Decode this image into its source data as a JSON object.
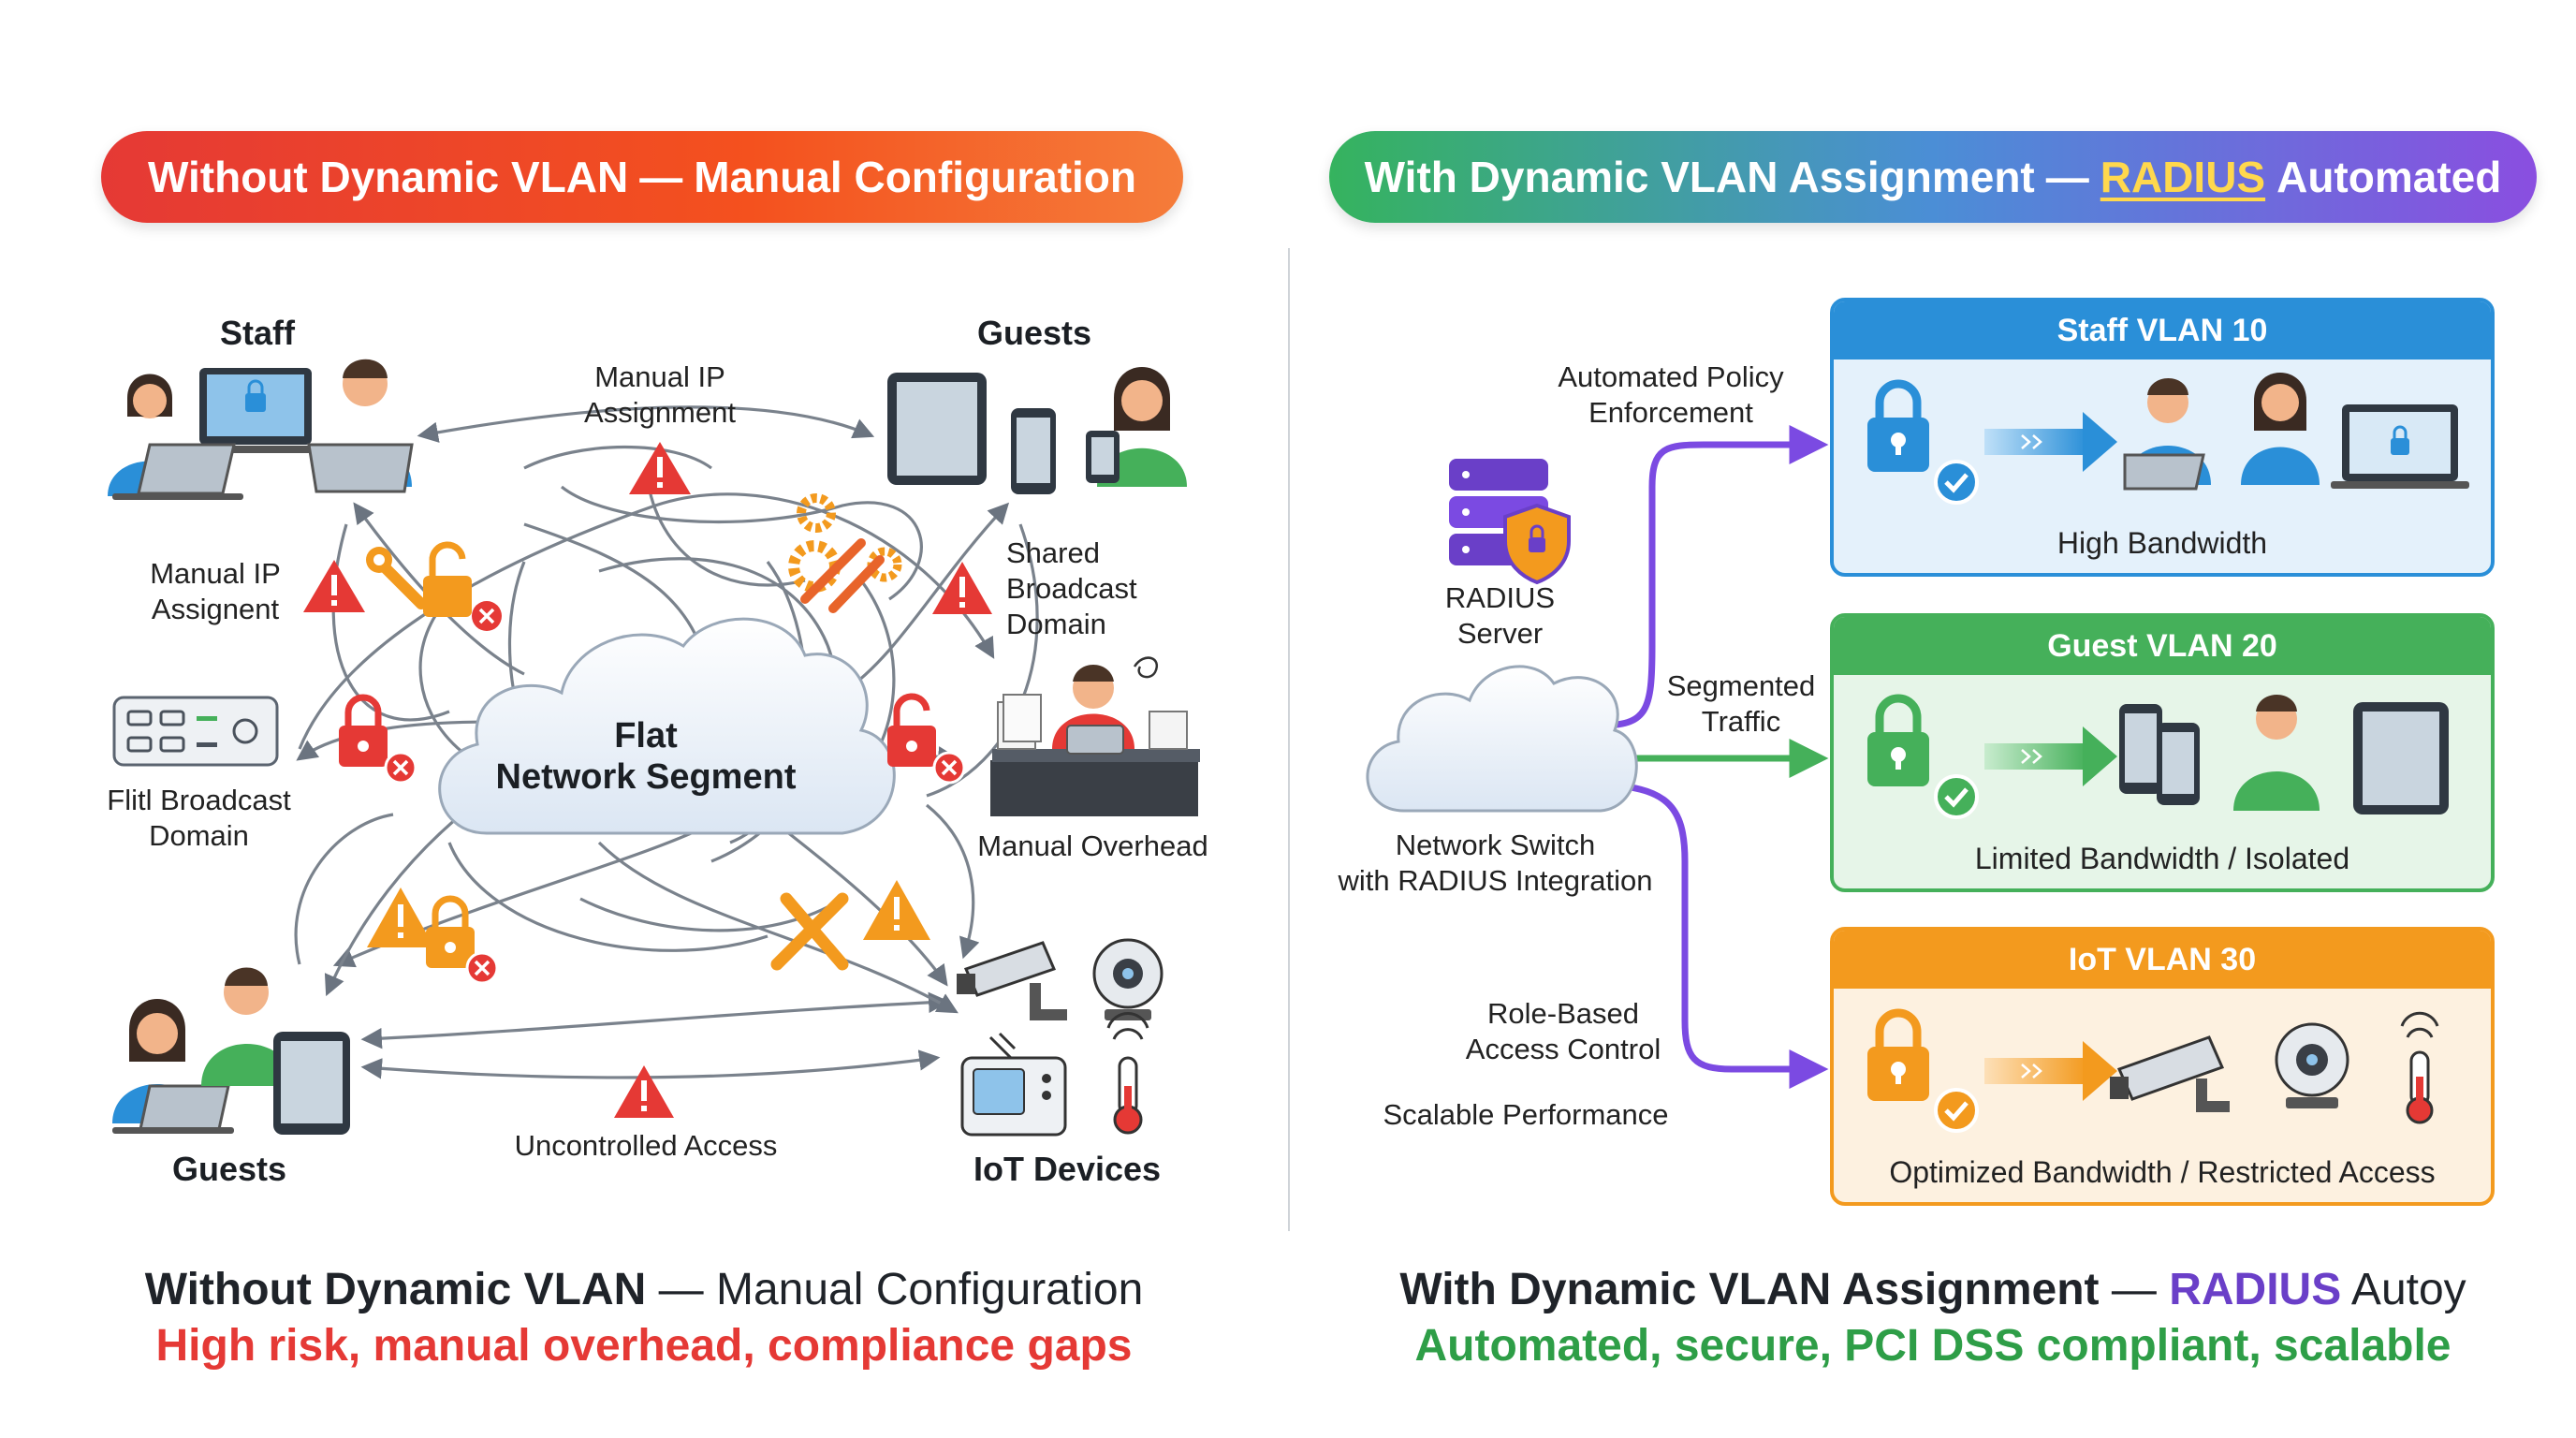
{
  "left": {
    "header_prefix": "Without Dynamic VLAN",
    "header_dash": "—",
    "header_suffix": "Manual Configuration",
    "cloud_line1": "Flat",
    "cloud_line2": "Network Segment",
    "staff": "Staff",
    "guests_top": "Guests",
    "guests_bottom": "Guests",
    "iot": "IoT Devices",
    "manual_ip_top_1": "Manual IP",
    "manual_ip_top_2": "Assignment",
    "manual_ip_left_1": "Manual IP",
    "manual_ip_left_2": "Assignent",
    "shared_1": "Shared",
    "shared_2": "Broadcast",
    "shared_3": "Domain",
    "flat_bcast_1": "Flitl Broadcast",
    "flat_bcast_2": "Domain",
    "manual_overhead": "Manual Overhead",
    "uncontrolled": "Uncontrolled Access",
    "bottom_bold": "Without Dynamic VLAN",
    "bottom_dash": "—",
    "bottom_rest": "Manual Configuration",
    "bottom_sub": "High risk, manual overhead, compliance gaps"
  },
  "right": {
    "header_prefix": "With Dynamic VLAN Assignment",
    "header_dash": "—",
    "header_highlight": "RADIUS",
    "header_suffix": "Automated",
    "radius_1": "RADIUS",
    "radius_2": "Server",
    "policy_1": "Automated Policy",
    "policy_2": "Enforcement",
    "segmented_1": "Segmented",
    "segmented_2": "Traffic",
    "switch_1": "Network Switch",
    "switch_2": "with RADIUS Integration",
    "role_1": "Role-Based",
    "role_2": "Access Control",
    "scalable": "Scalable Performance",
    "staff_vlan": "Staff VLAN 10",
    "staff_foot": "High Bandwidth",
    "guest_vlan": "Guest VLAN 20",
    "guest_foot": "Limited Bandwidth / Isolated",
    "iot_vlan": "IoT VLAN 30",
    "iot_foot": "Optimized Bandwidth / Restricted Access",
    "bottom_bold": "With Dynamic VLAN Assignment",
    "bottom_dash": "—",
    "bottom_radius": "RADIUS",
    "bottom_rest": "Autoy",
    "bottom_sub": "Automated, secure, PCI DSS compliant, scalable"
  },
  "colors": {
    "danger": "#e53935",
    "orange": "#f39a1e",
    "staff_blue": "#2a8fd8",
    "guest_green": "#45b05a",
    "purple": "#7b4ae2",
    "radius_purple": "#6a3fc8",
    "success_green": "#2e9e47"
  },
  "icons": [
    "laptop-icon",
    "person-icon",
    "tablet-icon",
    "phone-icon",
    "lock-icon",
    "unlock-icon",
    "warning-icon",
    "gear-icon",
    "wrench-icon",
    "server-icon",
    "shield-icon",
    "cloud-icon",
    "camera-icon",
    "webcam-icon",
    "thermometer-icon",
    "check-badge-icon",
    "switch-icon",
    "thermostat-icon"
  ]
}
